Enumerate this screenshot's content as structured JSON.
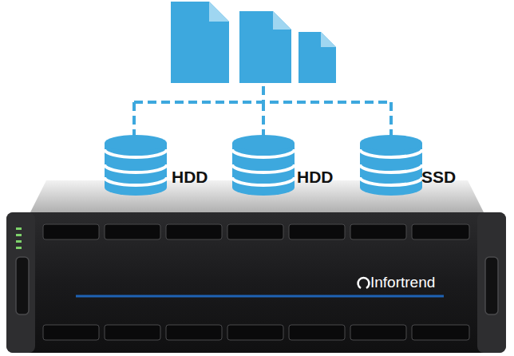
{
  "diagram": {
    "nodes": [
      {
        "text": [
          "HDD"
        ]
      },
      {
        "text": [
          "HDD"
        ]
      },
      {
        "text": [
          "SSD"
        ]
      }
    ],
    "labels": [
      "Infortrend"
    ]
  }
}
